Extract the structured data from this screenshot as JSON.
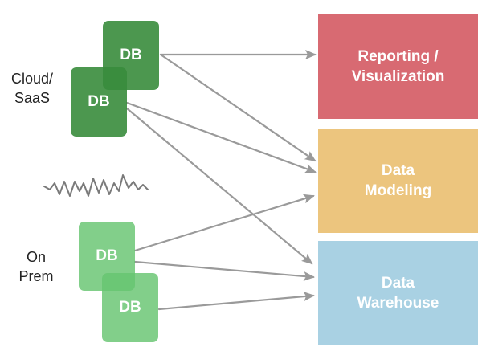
{
  "groups": {
    "cloud": {
      "label_line1": "Cloud/",
      "label_line2": "SaaS"
    },
    "prem": {
      "label_line1": "On",
      "label_line2": "Prem"
    }
  },
  "sources": {
    "cloud_back": "DB",
    "cloud_front": "DB",
    "prem_back": "DB",
    "prem_front": "DB"
  },
  "targets": {
    "reporting": {
      "line1": "Reporting /",
      "line2": "Visualization"
    },
    "modeling": {
      "line1": "Data",
      "line2": "Modeling"
    },
    "warehouse": {
      "line1": "Data",
      "line2": "Warehouse"
    }
  },
  "colors": {
    "cloud_db": "#388c3c",
    "prem_db": "#66c470",
    "reporting": "#d86a72",
    "modeling": "#ecc57e",
    "warehouse": "#a9d1e3",
    "arrow": "#9a9a9a"
  },
  "icons": {
    "divider": "zigzag-squiggle-icon"
  }
}
